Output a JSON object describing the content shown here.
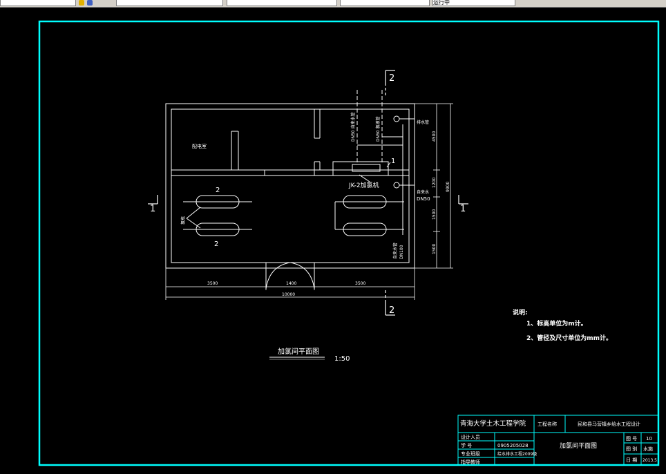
{
  "toolbar": {
    "segments": [
      "",
      "",
      "",
      "",
      "运行中"
    ],
    "icons": [
      "palette-icon",
      "layers-icon"
    ]
  },
  "drawing": {
    "section_top": "2",
    "section_bottom": "2",
    "section_left": "1",
    "section_right": "1",
    "room_label": "配电室",
    "tank_label_upper": "2",
    "tank_label_lower": "2",
    "tank_side_label": "氯瓶",
    "pipe_label_1": "DN50 自来水管",
    "pipe_label_2": "DN50 氯液管",
    "valve_label": "1",
    "machine_label": "JK-2加氯机",
    "drain_label": "排水管",
    "water_pipe_label": "自来水",
    "pipe_dn": "DN50",
    "pipe_dn100": "DN100",
    "pipe_dn100_label": "自来水管",
    "dim_left": "3500",
    "dim_door": "1400",
    "dim_right": "3500",
    "dim_total": "10000",
    "dim_v1": "4500",
    "dim_v2": "1200",
    "dim_v3": "1500",
    "dim_v4": "1500",
    "dim_vtotal": "9900",
    "plan_title": "加氯间平面图",
    "plan_scale": "1:50"
  },
  "notes": {
    "heading": "说明:",
    "line1": "1、标高单位为m计。",
    "line2": "2、管径及尺寸单位为mm计。"
  },
  "title_block": {
    "school": "青海大学土木工程学院",
    "project_label": "工程名称",
    "project_name": "民和县马营镇乡给水工程设计",
    "designer_label": "设计人员",
    "designer_value": "",
    "student_no_label": "学    号",
    "student_no_value": "0905205028",
    "major_label": "专业班级",
    "major_value": "给水排水工程2009级",
    "advisor_label": "指导教师",
    "advisor_value": "",
    "drawing_title": "加氯间平面图",
    "sheet_no_label": "图  号",
    "sheet_no_value": "10",
    "category_label": "图  别",
    "category_value": "水施",
    "date_label": "日  期",
    "date_value": "2013.5"
  },
  "colors": {
    "background": "#000000",
    "border": "#00ffff",
    "lines": "#ffffff",
    "toolbar": "#d4d0c8"
  }
}
